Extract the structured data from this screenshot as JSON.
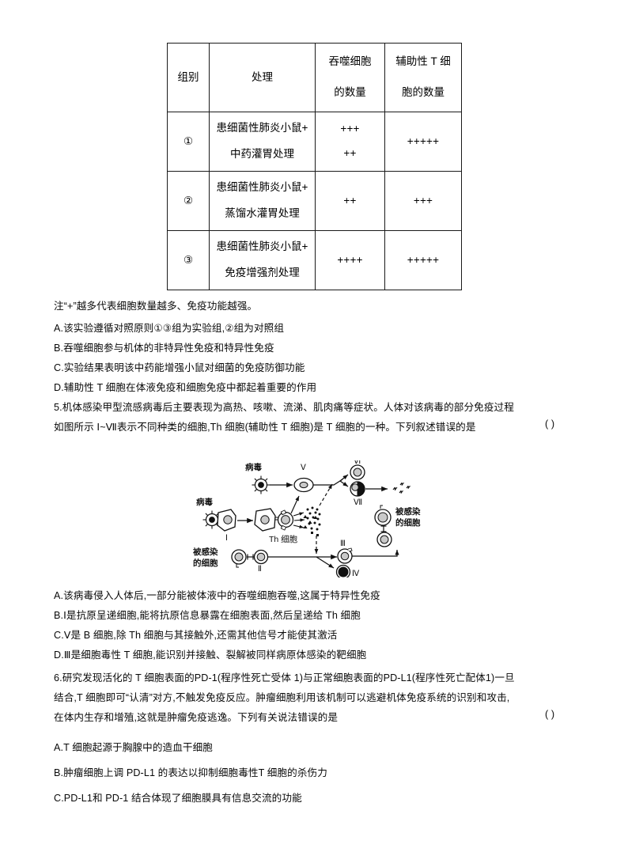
{
  "table": {
    "headers": {
      "group": "组别",
      "treatment": "处理",
      "phagocyte_line1": "吞噬细胞",
      "phagocyte_line2": "的数量",
      "helper_t_line1": "辅助性 T 细",
      "helper_t_line2": "胞的数量"
    },
    "rows": [
      {
        "group": "①",
        "treatment_line1": "患细菌性肺炎小鼠+",
        "treatment_line2": "中药灌胃处理",
        "phagocyte_line1": "+++",
        "phagocyte_line2": "++",
        "helper_t": "+++++"
      },
      {
        "group": "②",
        "treatment_line1": "患细菌性肺炎小鼠+",
        "treatment_line2": "蒸馏水灌胃处理",
        "phagocyte_line1": "++",
        "phagocyte_line2": "",
        "helper_t": "+++"
      },
      {
        "group": "③",
        "treatment_line1": "患细菌性肺炎小鼠+",
        "treatment_line2": "免疫增强剂处理",
        "phagocyte_line1": "++++",
        "phagocyte_line2": "",
        "helper_t": "+++++"
      }
    ]
  },
  "note": "注“+”越多代表细胞数量越多、免疫功能越强。",
  "question4_options": [
    "A.该实验遵循对照原则①③组为实验组,②组为对照组",
    "B.吞噬细胞参与机体的非特异性免疫和特异性免疫",
    "C.实验结果表明该中药能增强小鼠对细菌的免疫防御功能",
    "D.辅助性 T 细胞在体液免疫和细胞免疫中都起着重要的作用"
  ],
  "question5": {
    "stem_line1": "5.机体感染甲型流感病毒后主要表现为高热、咳嗽、流涕、肌肉痛等症状。人体对该病毒的部分免疫过程",
    "stem_line2": "如图所示 Ⅰ~Ⅶ表示不同种类的细胞,Th 细胞(辅助性 T 细胞)是 T 细胞的一种。下列叙述错误的是",
    "answer_paren": "(      )",
    "options": [
      "A.该病毒侵入人体后,一部分能被体液中的吞噬细胞吞噬,这属于特异性免疫",
      "B.Ⅰ是抗原呈递细胞,能将抗原信息暴露在细胞表面,然后呈递给 Th 细胞",
      "C.Ⅴ是 B 细胞,除 Th 细胞与其接触外,还需其他信号才能使其激活",
      "D.Ⅲ是细胞毒性 T 细胞,能识别并接触、裂解被同样病原体感染的靶细胞"
    ]
  },
  "diagram": {
    "labels": {
      "virus_top": "病毒",
      "virus_left": "病毒",
      "cell_I": "Ⅰ",
      "th_cell": "Th 细胞",
      "cell_V": "Ⅴ",
      "cell_VI": "Ⅵ",
      "cell_VII": "Ⅶ",
      "cell_II": "Ⅱ",
      "cell_III": "Ⅲ",
      "cell_IV": "Ⅳ",
      "infected_cell_left_line1": "被感染",
      "infected_cell_left_line2": "的细胞",
      "infected_cell_right_line1": "被感染",
      "infected_cell_right_line2": "的细胞"
    }
  },
  "question6": {
    "stem_line1": "6.研究发现活化的 T 细胞表面的PD-1(程序性死亡受体 1)与正常细胞表面的PD-L1(程序性死亡配体1)一旦",
    "stem_line2": "结合,T 细胞即可“认清”对方,不触发免疫反应。肿瘤细胞利用该机制可以逃避机体免疫系统的识别和攻击,",
    "stem_line3": "在体内生存和增殖,这就是肿瘤免疫逃逸。下列有关说法错误的是",
    "answer_paren": "(      )",
    "options": [
      "A.T 细胞起源于胸腺中的造血干细胞",
      "B.肿瘤细胞上调 PD-L1 的表达以抑制细胞毒性T 细胞的杀伤力",
      "C.PD-L1和 PD-1 结合体现了细胞膜具有信息交流的功能"
    ]
  }
}
